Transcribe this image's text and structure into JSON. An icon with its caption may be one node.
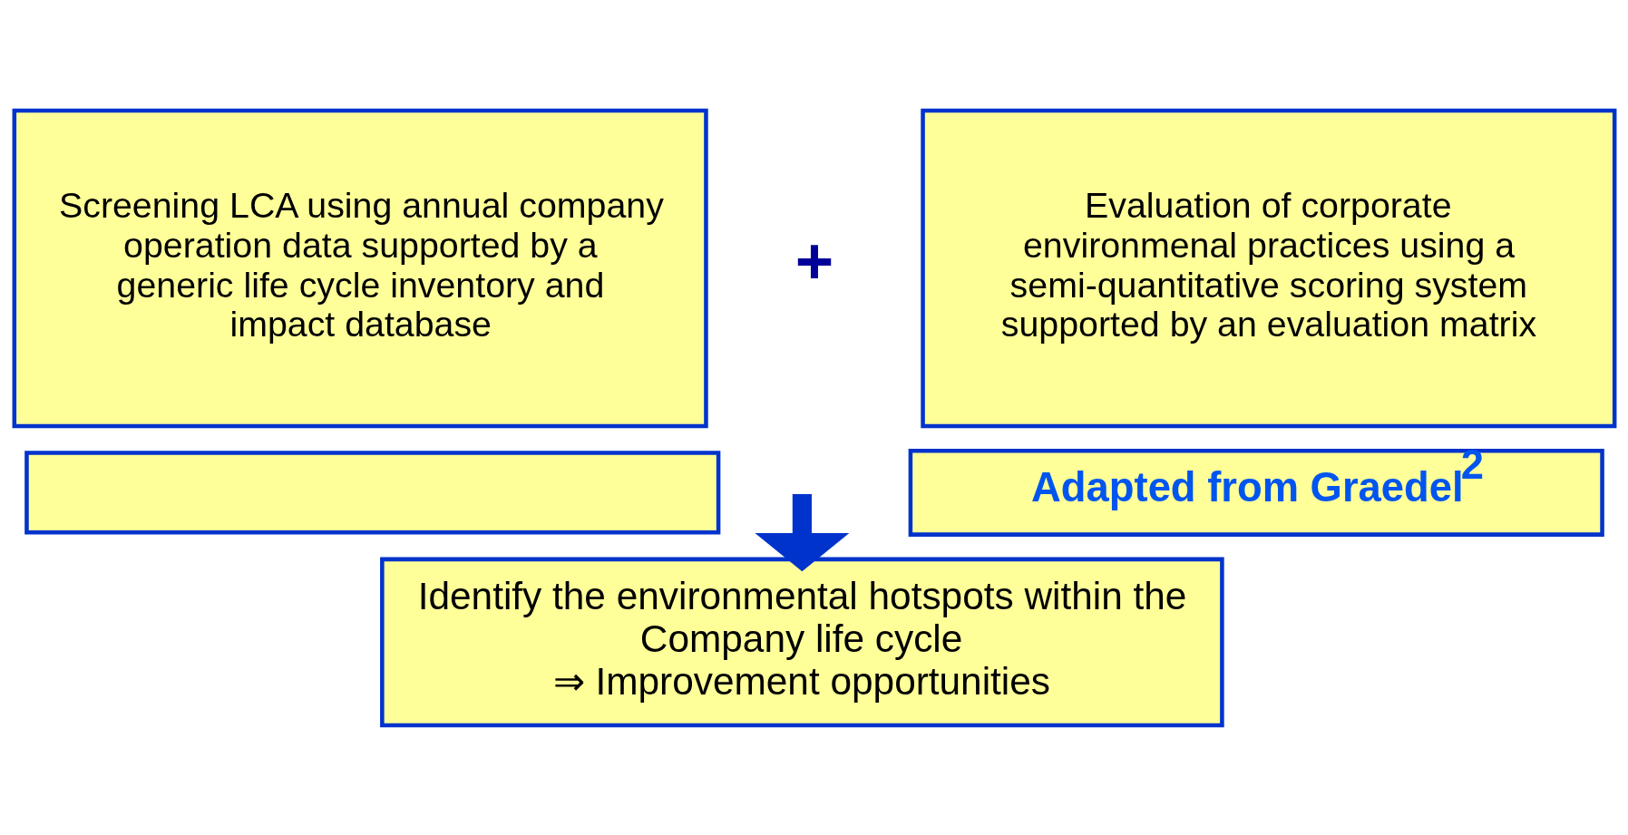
{
  "diagram": {
    "nodes": [
      {
        "text": [
          "Screening LCA using annual company operation data supported by a generic life cycle inventory and impact database"
        ]
      },
      {
        "text": [
          "Evaluation of corporate environmenal practices using a semi-quantitative scoring system supported by an evaluation matrix"
        ]
      },
      {
        "text": [],
        "shape": "box"
      },
      {
        "text": [
          "Adapted from Graedel$^{2}$"
        ]
      },
      {
        "text": [
          "Identify the environmental hotspots within the Company life cycle",
          "⇒ Improvement opportunities"
        ]
      }
    ],
    "edges": [
      {
        "from": null,
        "to": 4,
        "arrow": "to"
      }
    ],
    "labels": [
      "+"
    ]
  }
}
